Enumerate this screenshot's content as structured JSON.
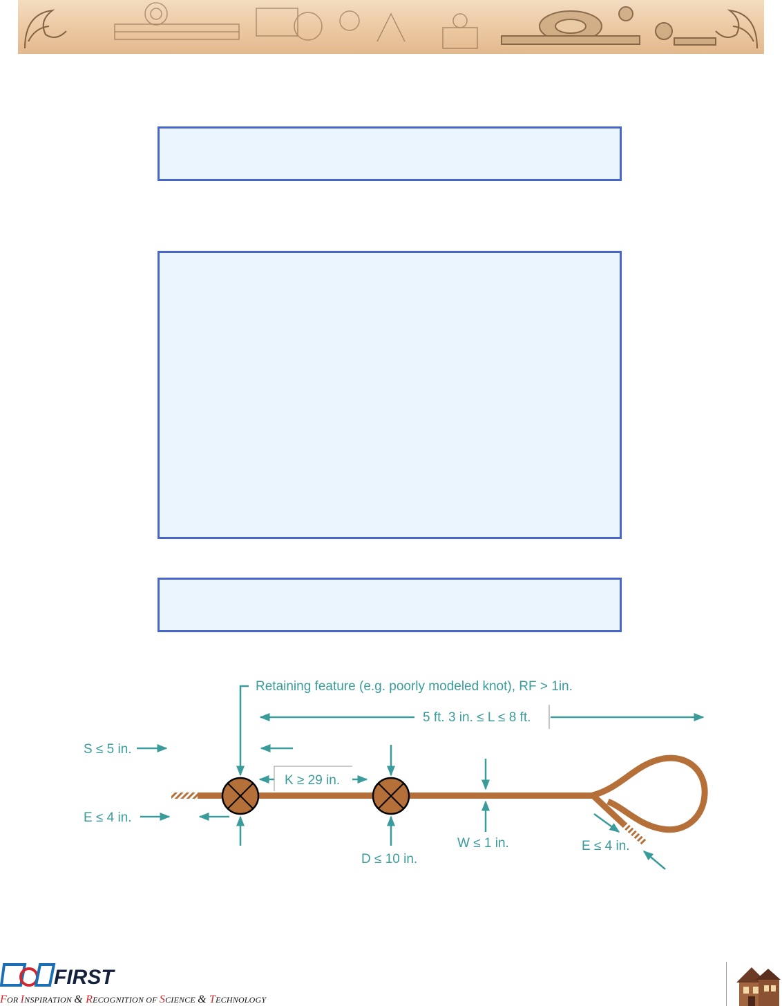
{
  "header": {
    "banner_icon": "steampunk-machinery-banner"
  },
  "diagram": {
    "labels": {
      "retaining_feature": "Retaining feature (e.g. poorly modeled knot), RF > 1in.",
      "length": "5 ft. 3 in. ≤ L ≤ 8 ft.",
      "spacing": "S ≤ 5 in.",
      "knot_spacing": "K ≥ 29 in.",
      "end_left": "E ≤ 4 in.",
      "diameter": "D ≤ 10 in.",
      "width": "W ≤ 1 in.",
      "end_right": "E ≤ 4 in."
    },
    "colors": {
      "rope": "#b5703a",
      "annotation": "#3a9b9b"
    }
  },
  "footer": {
    "logo": "FIRST",
    "tagline": {
      "f": "F",
      "or": "OR ",
      "i": "I",
      "nspiration": "NSPIRATION ",
      "amp1": "& ",
      "r": "R",
      "ecognition": "ECOGNITION ",
      "of": "OF ",
      "s": "S",
      "cience": "CIENCE ",
      "amp2": "& ",
      "t": "T",
      "echnology": "ECHNOLOGY"
    },
    "house_icon": "victorian-house-icon"
  }
}
